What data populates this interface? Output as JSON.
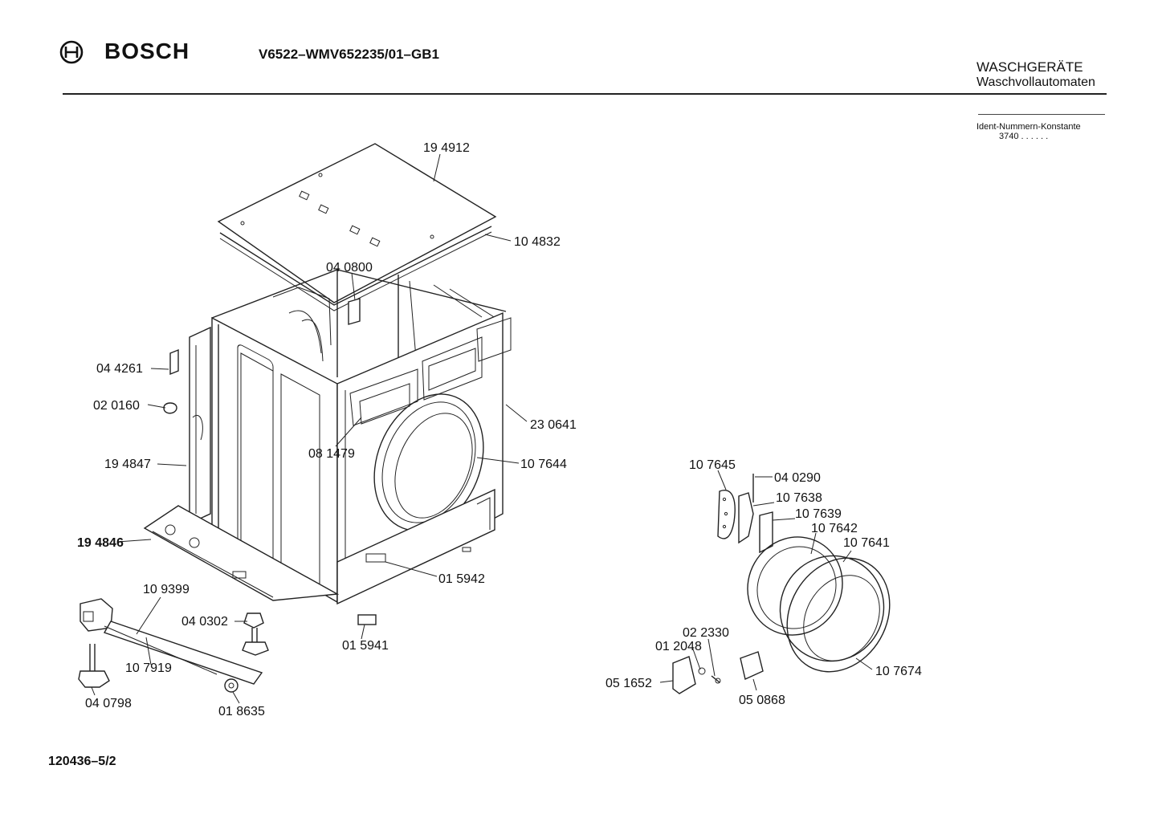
{
  "header": {
    "brand": "BOSCH",
    "model": "V6522–WMV652235/01–GB1",
    "category": "WASCHGERÄTE",
    "subcategory": "Waschvollautomaten",
    "ident_label": "Ident-Nummern-Konstante",
    "ident_value": "3740  . .   . . . ."
  },
  "footer": {
    "doc_number": "120436–5/2"
  },
  "parts": [
    "19 4912",
    "10 4832",
    "04 0800",
    "04 4261",
    "02 0160",
    "23 0641",
    "08 1479",
    "19 4847",
    "10 7644",
    "19 4846",
    "10 9399",
    "04 0302",
    "01 5942",
    "01 5941",
    "10 7919",
    "04 0798",
    "01 8635",
    "10 7645",
    "04 0290",
    "10 7638",
    "10 7639",
    "10 7642",
    "10 7641",
    "02 2330",
    "01 2048",
    "05 1652",
    "05 0868",
    "10 7674"
  ]
}
